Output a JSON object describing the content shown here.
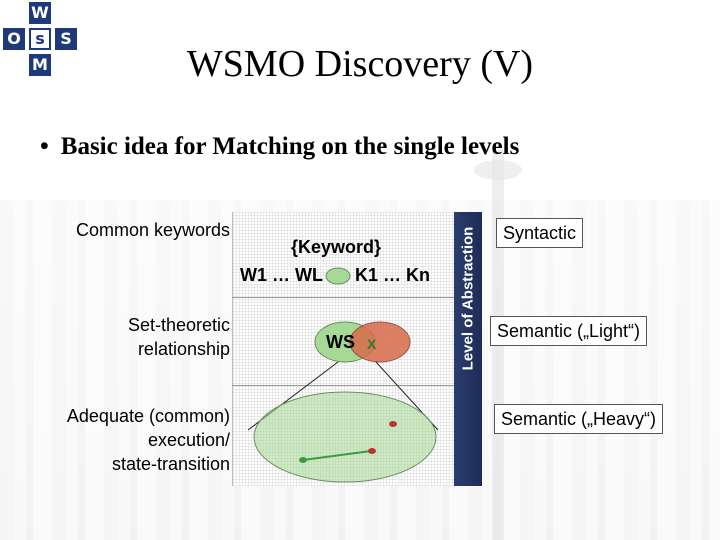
{
  "logo": {
    "letters": [
      "W",
      "S",
      "M",
      "O"
    ]
  },
  "title": "WSMO Discovery (V)",
  "bullet": {
    "marker": "•",
    "text": "Basic idea for Matching on the single levels"
  },
  "left_labels": {
    "keywords": "Common keywords",
    "set_theoretic": [
      "Set-theoretic",
      "relationship"
    ],
    "adequate": [
      "Adequate (common)",
      "execution/",
      "state-transition"
    ]
  },
  "panel": {
    "keyword_header": "{Keyword}",
    "w_range": "W1 … WL",
    "k_range": "K1 … Kn",
    "ws_label": "WS",
    "x_label": "X"
  },
  "axis_label": "Level of Abstraction",
  "levels": {
    "syntactic": "Syntactic",
    "semantic_light": "Semantic („Light“)",
    "semantic_heavy": "Semantic („Heavy“)"
  },
  "colors": {
    "logo_blue": "#1f3a7a",
    "axis_bar": "#25376a",
    "ellipse_green": "#9fce8f",
    "ellipse_red": "#d86a4c",
    "dot_green": "#3f9a3f",
    "dot_red": "#b23a24"
  }
}
